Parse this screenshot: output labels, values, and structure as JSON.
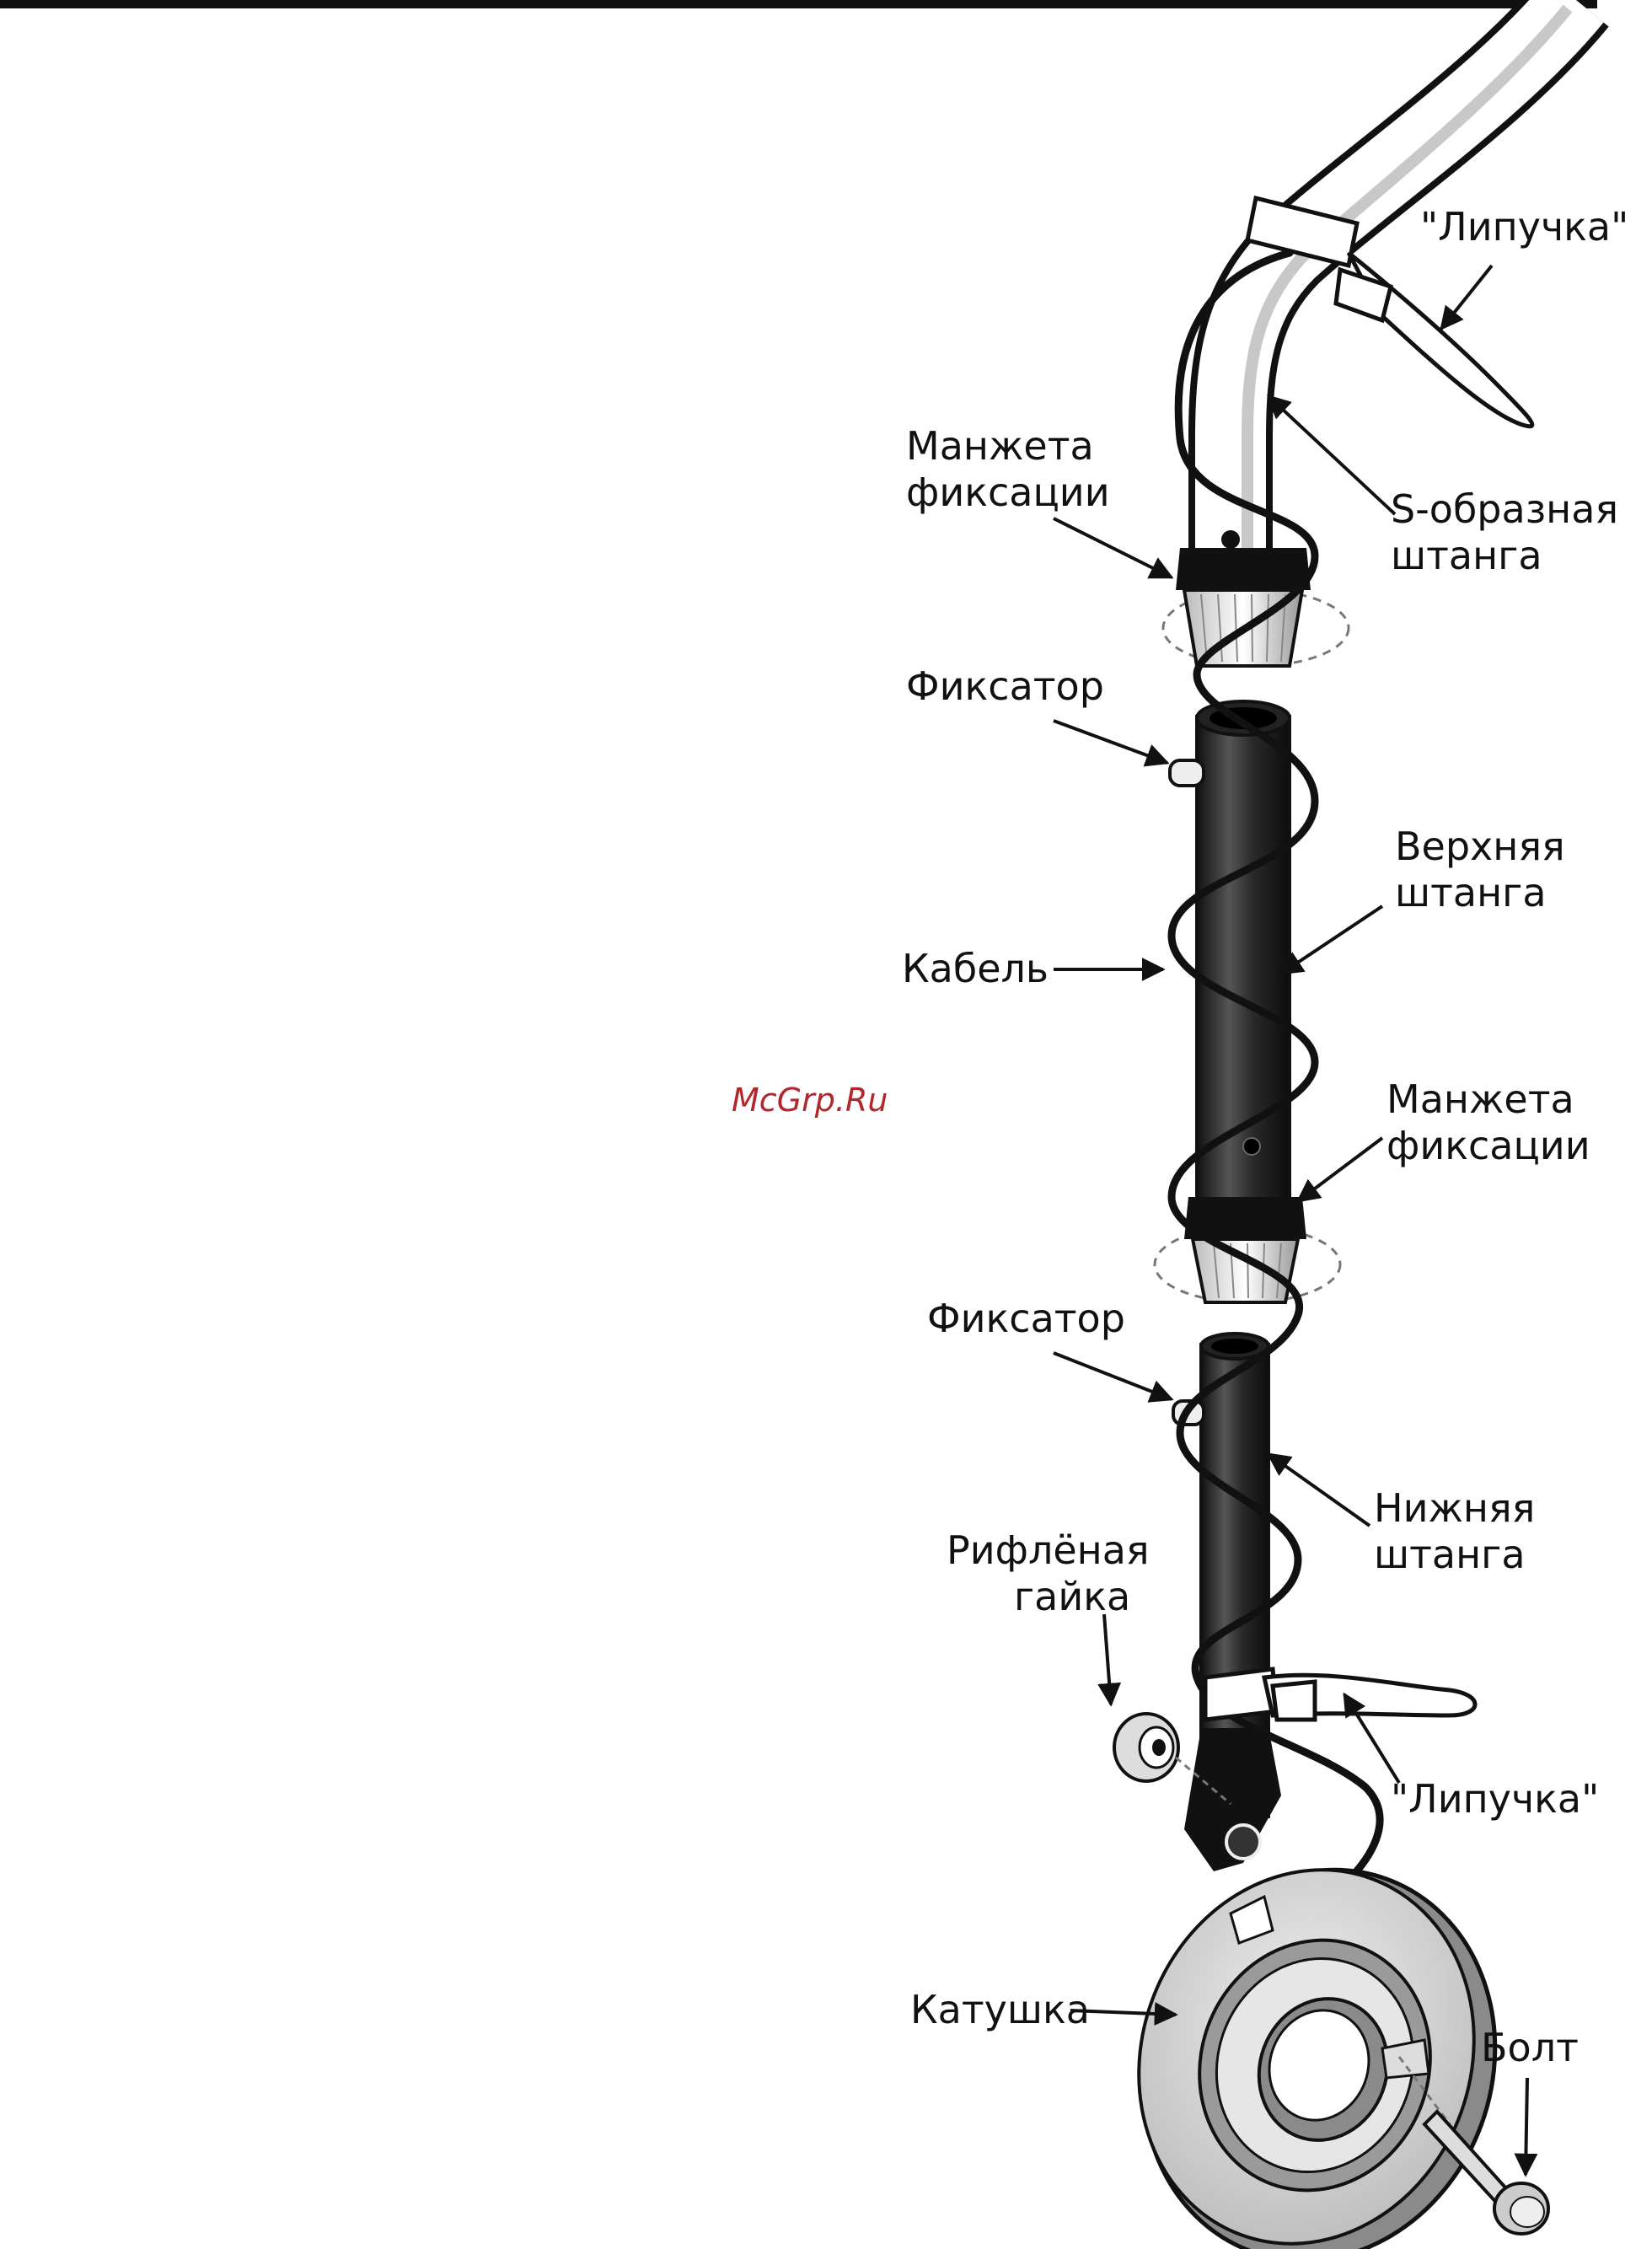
{
  "watermark": "McGrp.Ru",
  "labels": {
    "velcro_top": "\"Липучка\"",
    "cuff_top_line1": "Манжета",
    "cuff_top_line2": "фиксации",
    "s_shaft_line1": "S-образная",
    "s_shaft_line2": "штанга",
    "latch_top": "Фиксатор",
    "upper_shaft_line1": "Верхняя",
    "upper_shaft_line2": "штанга",
    "cable": "Кабель",
    "cuff_mid_line1": "Манжета",
    "cuff_mid_line2": "фиксации",
    "latch_bottom": "Фиксатор",
    "lower_shaft_line1": "Нижняя",
    "lower_shaft_line2": "штанга",
    "knurled_nut_line1": "Рифлёная",
    "knurled_nut_line2": "гайка",
    "velcro_bottom": "\"Липучка\"",
    "coil": "Катушка",
    "bolt": "Болт"
  },
  "colors": {
    "line": "#111111",
    "dark_shaft": "#2a2a2a",
    "coil_light": "#d9d9d9",
    "watermark": "#b3262b"
  }
}
